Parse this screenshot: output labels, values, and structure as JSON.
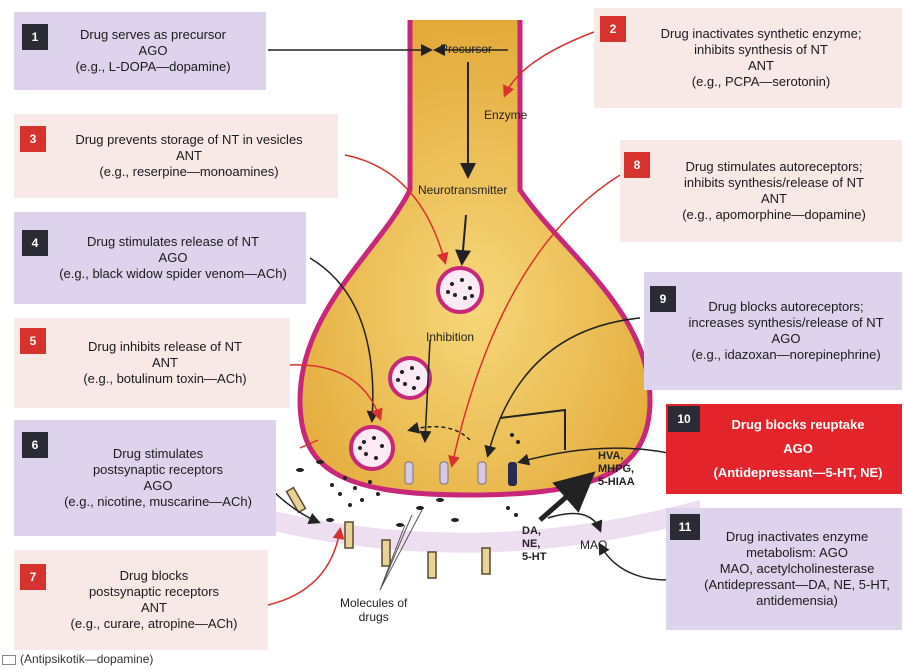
{
  "boxes": [
    {
      "num": "1",
      "lines": [
        "Drug serves as precursor",
        "AGO",
        "(e.g., L-DOPA—dopamine)"
      ]
    },
    {
      "num": "2",
      "lines": [
        "Drug inactivates synthetic enzyme;",
        "inhibits synthesis of NT",
        "ANT",
        "(e.g., PCPA—serotonin)"
      ]
    },
    {
      "num": "3",
      "lines": [
        "Drug prevents storage of NT in vesicles",
        "ANT",
        "(e.g., reserpine—monoamines)"
      ]
    },
    {
      "num": "8",
      "lines": [
        "Drug stimulates autoreceptors;",
        "inhibits synthesis/release of NT",
        "ANT",
        "(e.g., apomorphine—dopamine)"
      ]
    },
    {
      "num": "4",
      "lines": [
        "Drug stimulates release of NT",
        "AGO",
        "(e.g., black widow spider venom—ACh)"
      ]
    },
    {
      "num": "9",
      "lines": [
        "Drug blocks autoreceptors;",
        "increases synthesis/release of NT",
        "AGO",
        "(e.g., idazoxan—norepinephrine)"
      ]
    },
    {
      "num": "5",
      "lines": [
        "Drug inhibits release of NT",
        "ANT",
        "(e.g., botulinum toxin—ACh)"
      ]
    },
    {
      "num": "10",
      "lines": [
        "Drug blocks reuptake",
        "AGO",
        "(Antidepressant—5-HT, NE)"
      ]
    },
    {
      "num": "6",
      "lines": [
        "Drug stimulates",
        "postsynaptic receptors",
        "AGO",
        "(e.g., nicotine, muscarine—ACh)"
      ]
    },
    {
      "num": "11",
      "lines": [
        "Drug inactivates enzyme",
        "metabolism: AGO",
        "MAO, acetylcholinesterase",
        "(Antidepressant—DA, NE, 5-HT,",
        "antidemensia)"
      ]
    },
    {
      "num": "7",
      "lines": [
        "Drug blocks",
        "postsynaptic receptors",
        "ANT",
        "(e.g., curare, atropine—ACh)"
      ]
    }
  ],
  "labels": {
    "precursor": "Precursor",
    "enzyme": "Enzyme",
    "neurotransmitter": "Neurotransmitter",
    "inhibition": "Inhibition",
    "metabolites": [
      "HVA,",
      "MHPG,",
      "5-HIAA"
    ],
    "monoamines": [
      "DA,",
      "NE,",
      "5-HT"
    ],
    "mao": "MAO",
    "molecules": [
      "Molecules of",
      "drugs"
    ]
  },
  "footer": "(Antipsikotik—dopamine)",
  "colors": {
    "terminal": "#f1c24a",
    "membrane": "#c8287a",
    "purple_box": "#ddd3ec",
    "pink_box": "#f8e8e6",
    "red_box": "#e3242b",
    "dark_num": "#2b2b36",
    "red_num": "#d8322f"
  }
}
